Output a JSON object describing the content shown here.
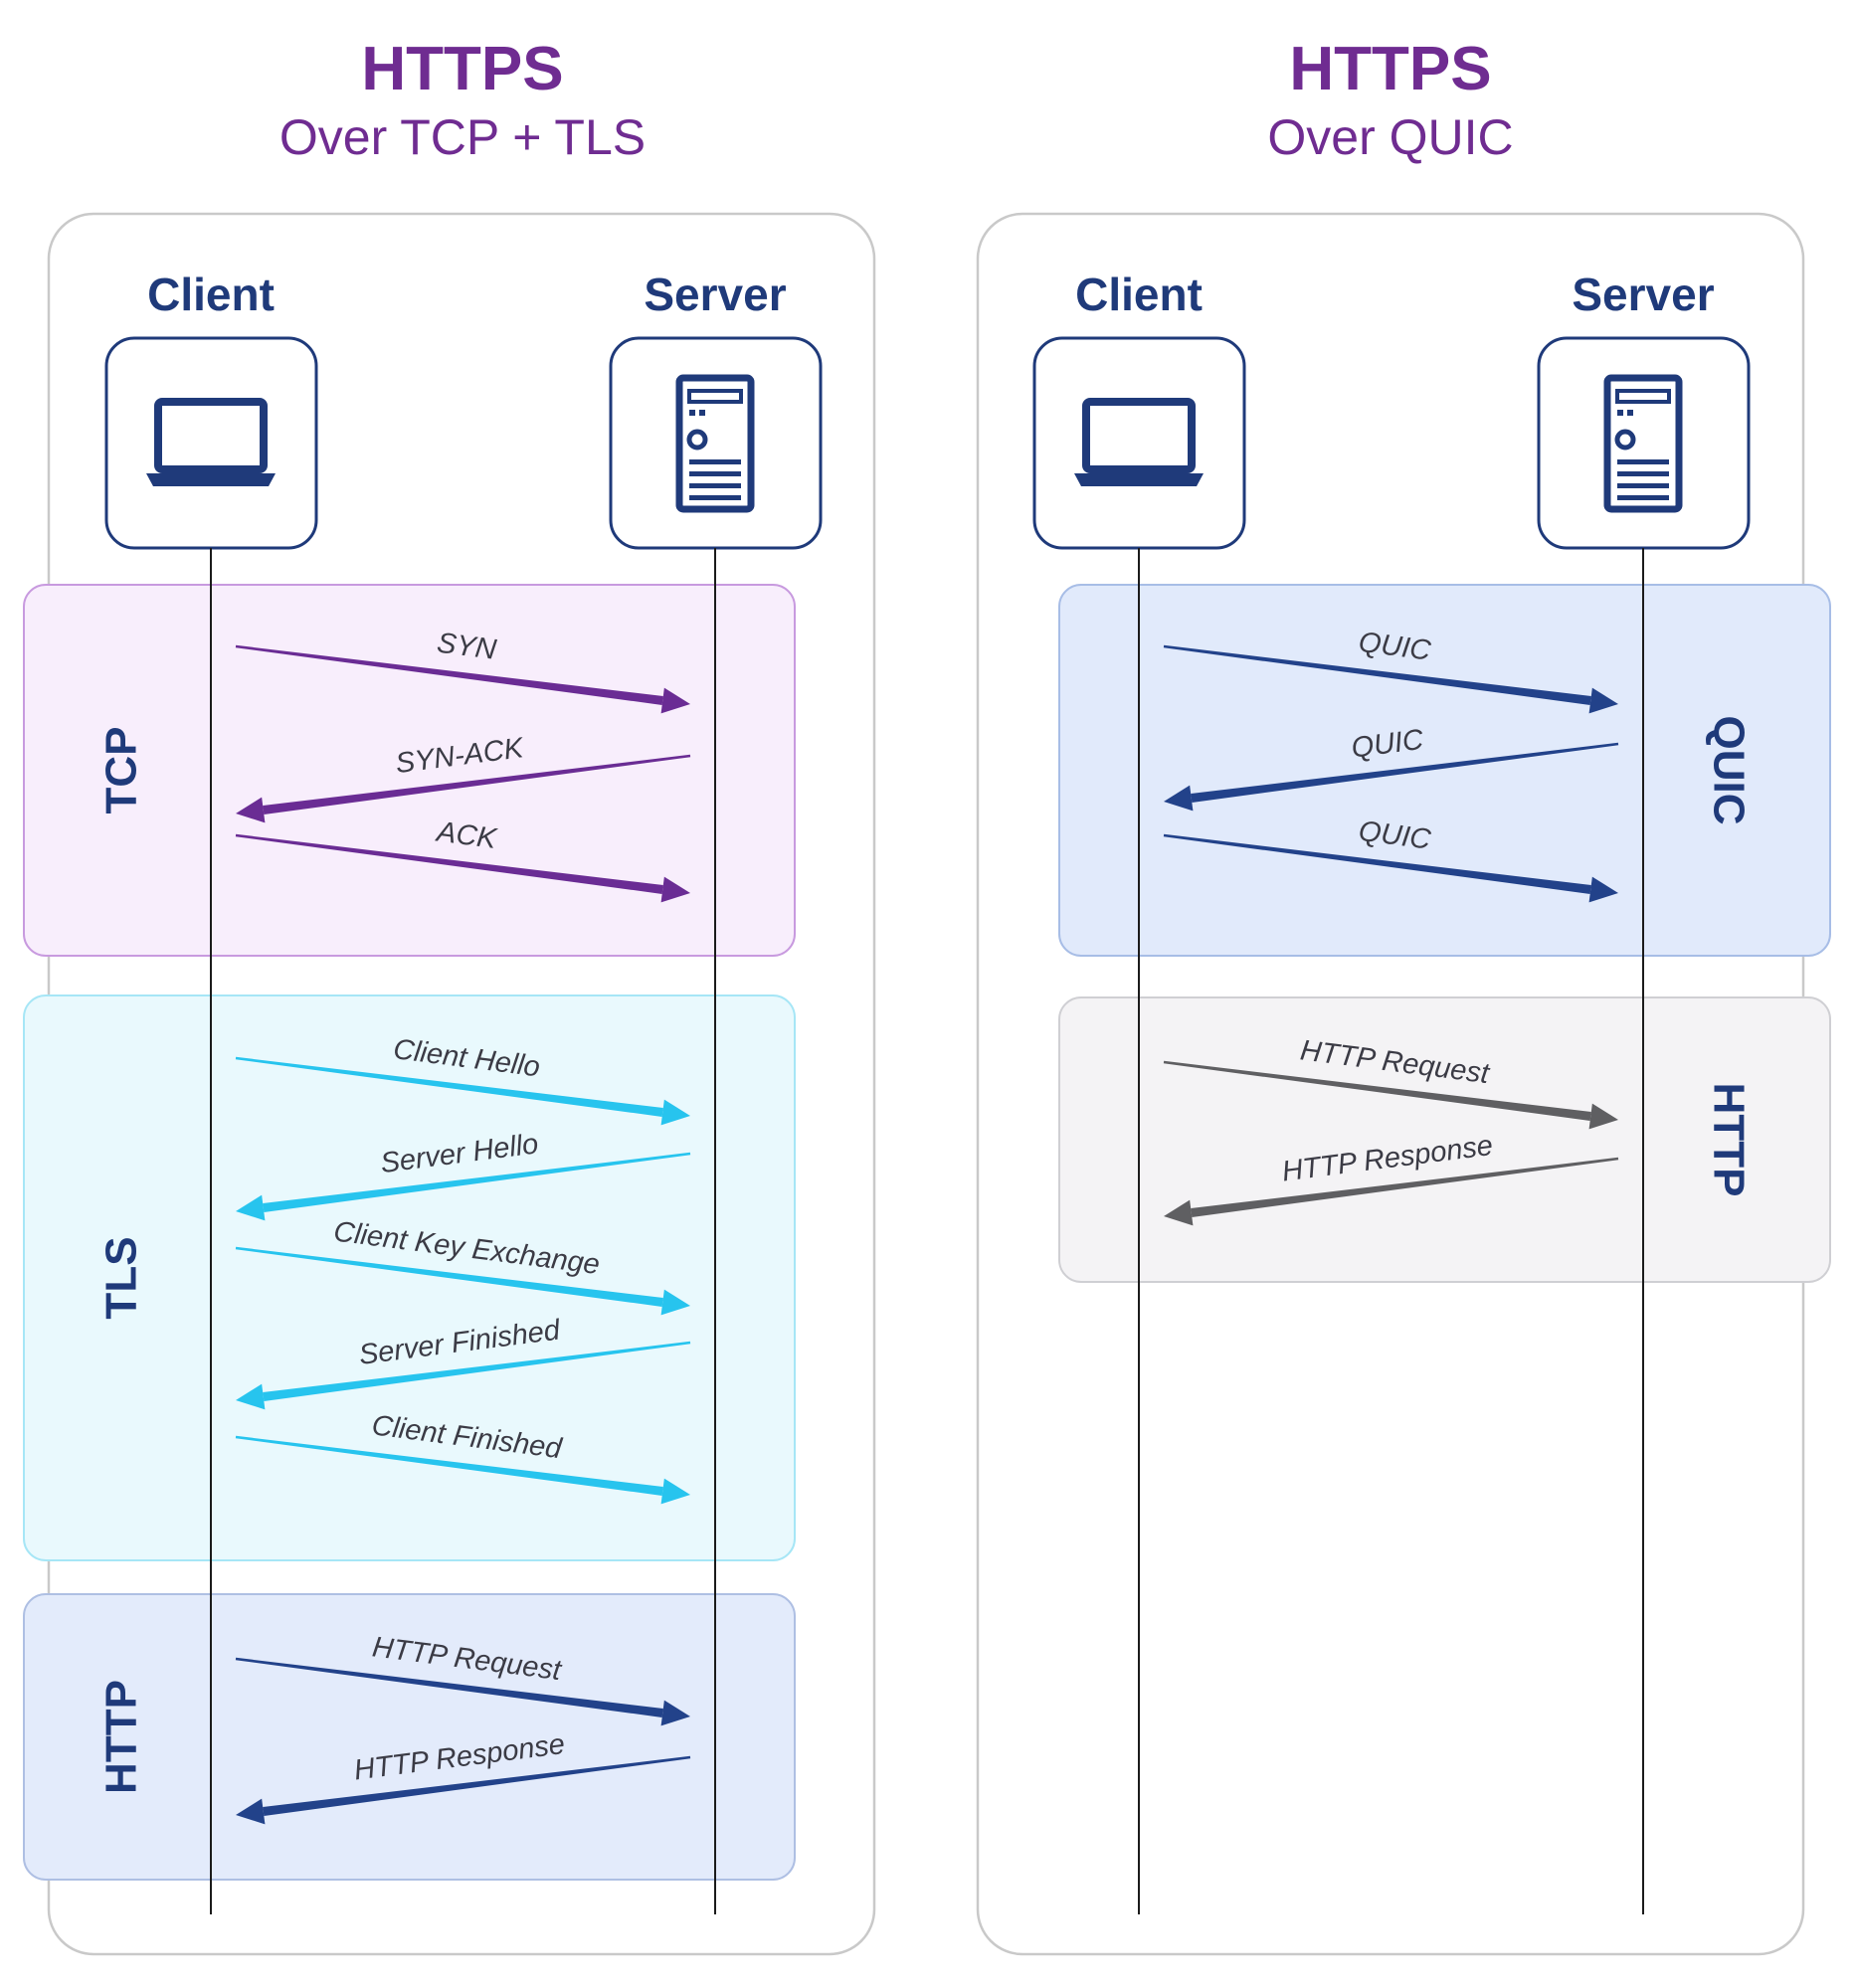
{
  "colors": {
    "title": "#6f2c91",
    "actor": "#1f3a7a",
    "tcp": "#6a2c94",
    "tls": "#27c4ee",
    "http_dark": "#22428a",
    "http_gray": "#5f5f62",
    "panel_border": "#c9c9c9"
  },
  "left": {
    "title": "HTTPS",
    "subtitle": "Over TCP + TLS",
    "client": {
      "label": "Client",
      "icon": "laptop-icon"
    },
    "server": {
      "label": "Server",
      "icon": "server-icon"
    },
    "sections": [
      {
        "key": "tcp",
        "label": "TCP",
        "fill": "#f8eefc",
        "stroke": "#c89adf",
        "color": "#6a2c94",
        "text": "#1f3a7a",
        "messages": [
          {
            "label": "SYN",
            "dir": "right"
          },
          {
            "label": "SYN-ACK",
            "dir": "left"
          },
          {
            "label": "ACK",
            "dir": "right"
          }
        ]
      },
      {
        "key": "tls",
        "label": "TLS",
        "fill": "#e9f9fd",
        "stroke": "#a6e6f6",
        "color": "#27c4ee",
        "text": "#1f3a7a",
        "messages": [
          {
            "label": "Client Hello",
            "dir": "right"
          },
          {
            "label": "Server Hello",
            "dir": "left"
          },
          {
            "label": "Client Key Exchange",
            "dir": "right"
          },
          {
            "label": "Server Finished",
            "dir": "left"
          },
          {
            "label": "Client Finished",
            "dir": "right"
          }
        ]
      },
      {
        "key": "http",
        "label": "HTTP",
        "fill": "#e3ebfb",
        "stroke": "#aebfe3",
        "color": "#22428a",
        "text": "#1f3a7a",
        "messages": [
          {
            "label": "HTTP Request",
            "dir": "right"
          },
          {
            "label": "HTTP Response",
            "dir": "left"
          }
        ]
      }
    ]
  },
  "right": {
    "title": "HTTPS",
    "subtitle": "Over QUIC",
    "client": {
      "label": "Client",
      "icon": "laptop-icon"
    },
    "server": {
      "label": "Server",
      "icon": "server-icon"
    },
    "sections": [
      {
        "key": "quic",
        "label": "QUIC",
        "fill": "#e1eafb",
        "stroke": "#a7bde6",
        "color": "#22428a",
        "text": "#1f3a7a",
        "messages": [
          {
            "label": "QUIC",
            "dir": "right"
          },
          {
            "label": "QUIC",
            "dir": "left"
          },
          {
            "label": "QUIC",
            "dir": "right"
          }
        ]
      },
      {
        "key": "http",
        "label": "HTTP",
        "fill": "#f4f3f5",
        "stroke": "#cfcfd3",
        "color": "#5f5f62",
        "text": "#1f3a7a",
        "messages": [
          {
            "label": "HTTP Request",
            "dir": "right"
          },
          {
            "label": "HTTP Response",
            "dir": "left"
          }
        ]
      }
    ]
  }
}
